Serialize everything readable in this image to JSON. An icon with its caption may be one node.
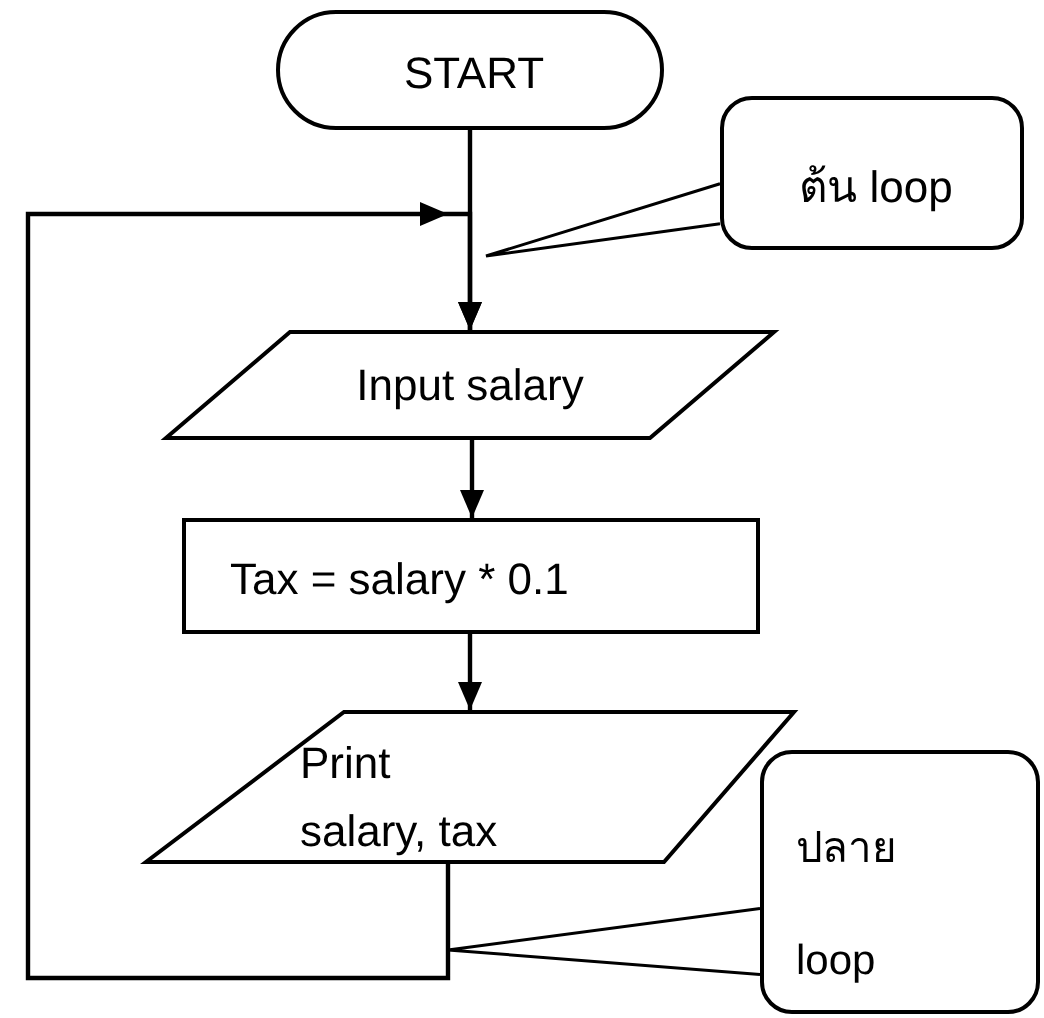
{
  "diagram": {
    "nodes": [
      {
        "text": [
          "START"
        ]
      },
      {
        "text": [
          "ต้น loop"
        ]
      },
      {
        "text": [
          "Input salary"
        ]
      },
      {
        "text": [
          "Tax = salary * 0.1"
        ]
      },
      {
        "text": [
          "Print salary, tax"
        ]
      },
      {
        "text": [
          "ปลาย loop"
        ]
      }
    ],
    "edges": [
      {
        "from": 0,
        "to": 2,
        "arrow": "to"
      },
      {
        "from": 2,
        "to": 3,
        "arrow": "to"
      },
      {
        "from": 3,
        "to": 4,
        "arrow": "to"
      },
      {
        "from": 4,
        "to": 2,
        "arrow": "to"
      },
      {
        "from": 1,
        "to": null,
        "arrow": "none"
      },
      {
        "from": 5,
        "to": null,
        "arrow": "none"
      }
    ]
  }
}
